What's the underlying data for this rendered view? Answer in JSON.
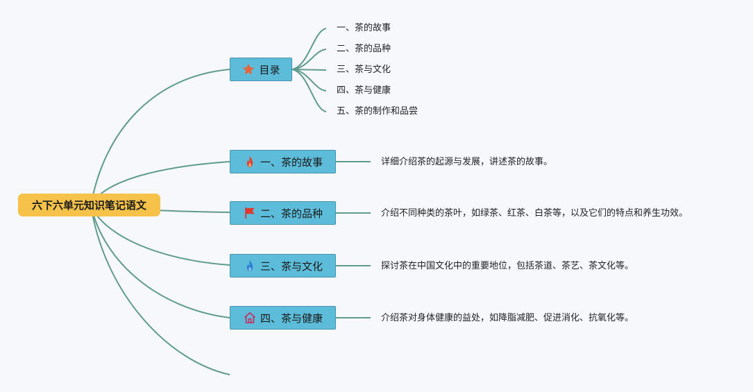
{
  "root": {
    "label": "六下六单元知识笔记语文"
  },
  "toc": {
    "label": "目录",
    "icon": "star-icon",
    "items": [
      "一、茶的故事",
      "二、茶的品种",
      "三、茶与文化",
      "四、茶与健康",
      "五、茶的制作和品尝"
    ]
  },
  "topics": [
    {
      "label": "一、茶的故事",
      "icon": "fire-icon",
      "detail": "详细介绍茶的起源与发展，讲述茶的故事。"
    },
    {
      "label": "二、茶的品种",
      "icon": "flag-icon",
      "detail": "介绍不同种类的茶叶，如绿茶、红茶、白茶等，以及它们的特点和养生功效。"
    },
    {
      "label": "三、茶与文化",
      "icon": "flame-icon",
      "detail": "探讨茶在中国文化中的重要地位，包括茶道、茶艺、茶文化等。"
    },
    {
      "label": "四、茶与健康",
      "icon": "home-icon",
      "detail": "介绍茶对身体健康的益处，如降脂减肥、促进消化、抗氧化等。"
    }
  ],
  "colors": {
    "background": "#f6f8fc",
    "root": "#f6c24a",
    "topic": "#5dbcd9",
    "connector": "#5f9a8b"
  }
}
